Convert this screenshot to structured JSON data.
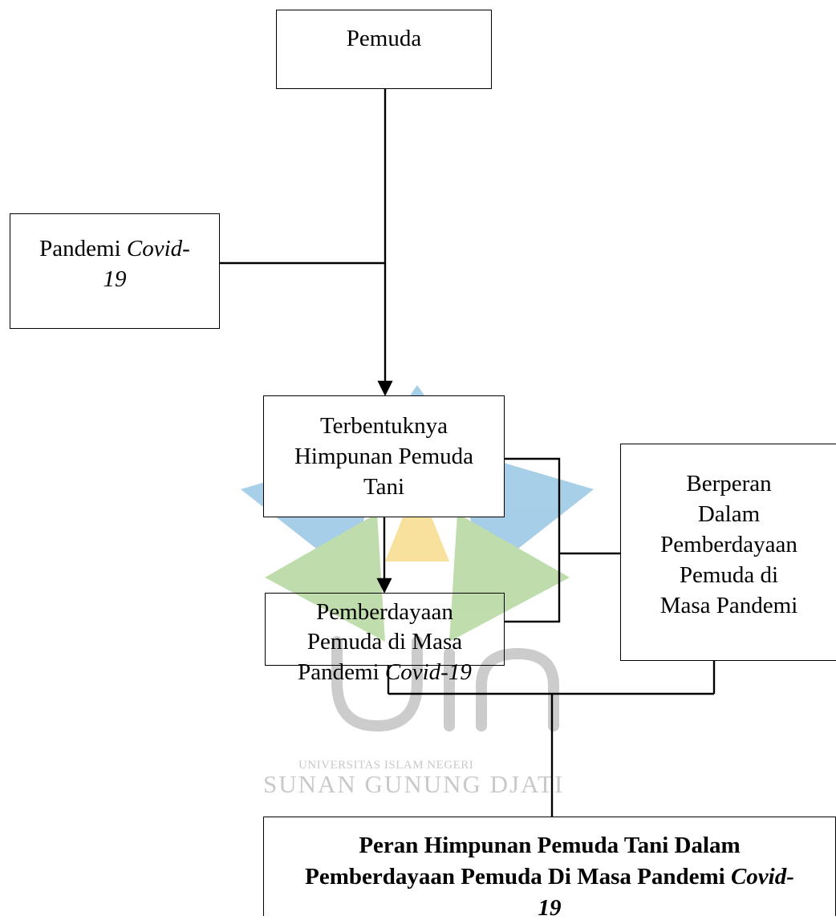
{
  "nodes": {
    "pemuda": {
      "lines": [
        [
          "Pemuda",
          ""
        ]
      ]
    },
    "pandemi": {
      "lines": [
        [
          "Pandemi ",
          "Covid-"
        ],
        [
          "",
          "19"
        ]
      ]
    },
    "terbentuknya": {
      "lines": [
        [
          "Terbentuknya",
          ""
        ],
        [
          "Himpunan Pemuda",
          ""
        ],
        [
          "Tani",
          ""
        ]
      ]
    },
    "pemberdayaan": {
      "lines": [
        [
          "Pemberdayaan",
          ""
        ],
        [
          "Pemuda di Masa",
          ""
        ],
        [
          "Pandemi ",
          "Covid-19"
        ]
      ]
    },
    "berperan": {
      "lines": [
        [
          "Berperan",
          ""
        ],
        [
          "Dalam",
          ""
        ],
        [
          "Pemberdayaan",
          ""
        ],
        [
          "Pemuda di",
          ""
        ],
        [
          "Masa Pandemi",
          ""
        ]
      ]
    },
    "peran": {
      "lines": [
        [
          "Peran Himpunan Pemuda Tani Dalam",
          ""
        ],
        [
          "Pemberdayaan Pemuda Di Masa Pandemi ",
          "Covid-"
        ],
        [
          "",
          "19"
        ]
      ]
    }
  },
  "watermark": {
    "logo_text": "UIN",
    "university": "UNIVERSITAS ISLAM NEGERI",
    "name": "SUNAN GUNUNG DJATI",
    "colors": {
      "blue": "#5fa7d6",
      "green": "#8cc36a",
      "yellow": "#f2c94c",
      "gray": "#cfcfcf"
    }
  }
}
